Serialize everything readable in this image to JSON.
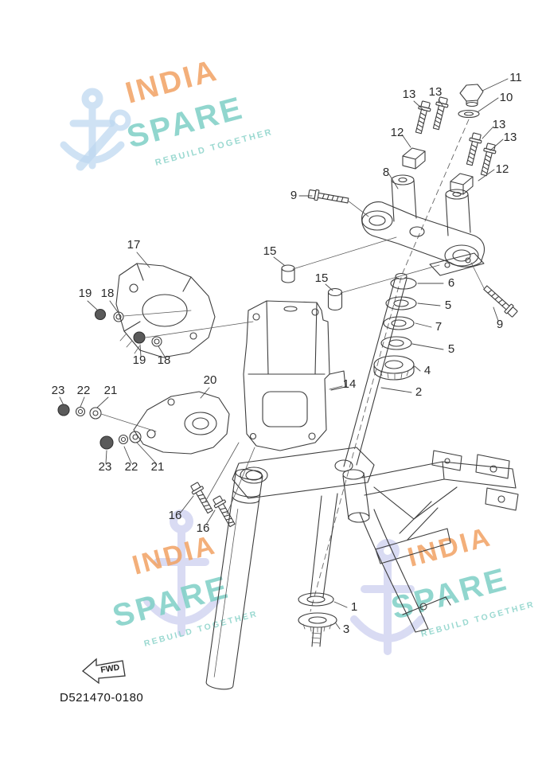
{
  "page": {
    "background": "#ffffff"
  },
  "watermark": {
    "brand_top": "INDIA",
    "brand_bottom": "SPARE",
    "tagline": "REBUILD TOGETHER",
    "colors": {
      "orange": "#F2A263",
      "teal": "#7ED0C6",
      "anchor_blue": "#BCD7F0",
      "anchor_purple": "#C9CDEE"
    }
  },
  "diagram": {
    "code": "D521470-0180",
    "fwd_label": "FWD",
    "line_color": "#3d3d3d",
    "callouts": [
      "11",
      "10",
      "13",
      "13",
      "12",
      "13",
      "13",
      "12",
      "8",
      "9",
      "17",
      "15",
      "15",
      "6",
      "5",
      "7",
      "5",
      "9",
      "4",
      "2",
      "19",
      "18",
      "19",
      "18",
      "20",
      "14",
      "23",
      "22",
      "21",
      "23",
      "22",
      "21",
      "16",
      "16",
      "1",
      "3"
    ]
  }
}
